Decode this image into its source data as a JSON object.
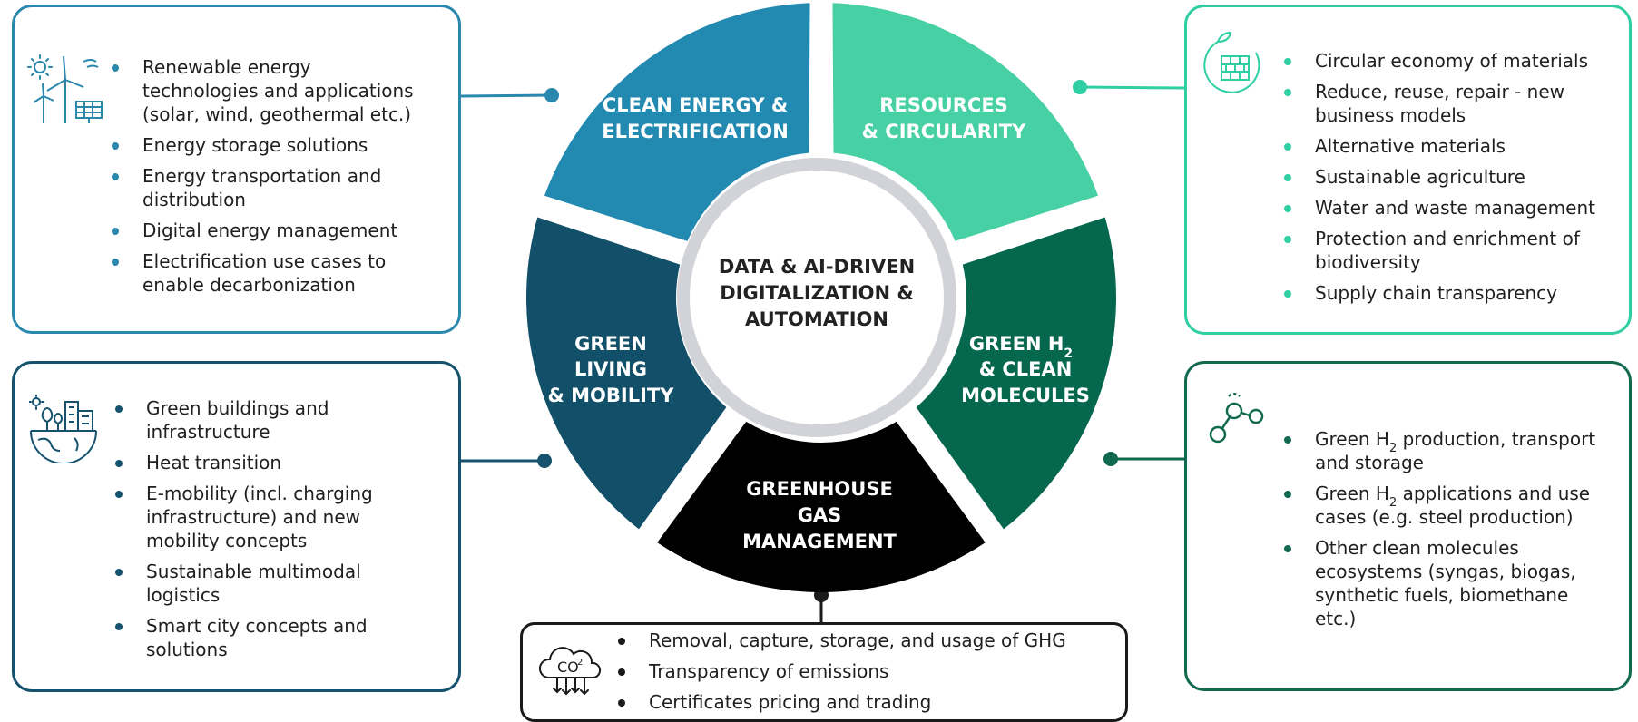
{
  "colors": {
    "clean_energy": "#2289b0",
    "resources": "#48d0a5",
    "green_h2": "#06674f",
    "greenhouse": "#000000",
    "green_living": "#12506a",
    "center_ring": "#d2d3d8",
    "box_clean_energy": "#2a87ad",
    "box_resources": "#2fcfa3",
    "box_living": "#14526d",
    "box_h2": "#11694f",
    "box_ghg": "#1a1a1a"
  },
  "center": {
    "line1": "DATA & AI-DRIVEN",
    "line2": "DIGITALIZATION &",
    "line3": "AUTOMATION"
  },
  "segments": {
    "clean_energy": {
      "line1": "CLEAN ENERGY &",
      "line2": "ELECTRIFICATION"
    },
    "resources": {
      "line1": "RESOURCES",
      "line2": "& CIRCULARITY"
    },
    "green_h2": {
      "line1": "GREEN H",
      "line1_sub": "2",
      "line2": "& CLEAN",
      "line3": "MOLECULES"
    },
    "greenhouse": {
      "line1": "GREENHOUSE",
      "line2": "GAS",
      "line3": "MANAGEMENT"
    },
    "green_living": {
      "line1": "GREEN",
      "line2": "LIVING",
      "line3": "& MOBILITY"
    }
  },
  "boxes": {
    "clean_energy": {
      "icon": "renewable-energy-icon",
      "items": [
        "Renewable energy technologies and applications (solar, wind, geothermal etc.)",
        "Energy storage solutions",
        "Energy transportation and distribution",
        "Digital energy management",
        "Electrification use cases to enable decarbonization"
      ]
    },
    "resources": {
      "icon": "circular-economy-icon",
      "items": [
        "Circular economy of materials",
        "Reduce, reuse, repair - new business models",
        "Alternative materials",
        "Sustainable agriculture",
        "Water and waste management",
        "Protection and enrichment of biodiversity",
        "Supply chain transparency"
      ]
    },
    "living": {
      "icon": "green-city-icon",
      "items": [
        "Green buildings and infrastructure",
        "Heat transition",
        "E-mobility (incl. charging infrastructure) and new mobility concepts",
        "Sustainable multimodal logistics",
        "Smart city concepts and solutions"
      ]
    },
    "h2": {
      "icon": "molecule-icon",
      "items": [
        {
          "pre": "Green H",
          "sub": "2",
          "post": " production, transport and storage"
        },
        {
          "pre": "Green H",
          "sub": "2",
          "post": " applications and use cases (e.g. steel production)"
        },
        {
          "pre": "Other clean molecules ecosystems (syngas, biogas, synthetic fuels, biomethane etc.)",
          "sub": "",
          "post": ""
        }
      ]
    },
    "ghg": {
      "icon": "co2-cloud-icon",
      "icon_text": "CO",
      "icon_sup": "2",
      "items": [
        "Removal, capture, storage, and usage of GHG",
        "Transparency of emissions",
        "Certificates pricing and trading"
      ]
    }
  }
}
